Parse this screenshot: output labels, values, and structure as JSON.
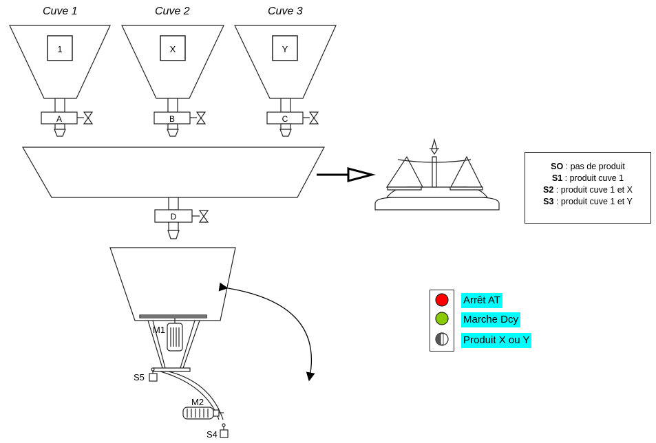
{
  "tanks": [
    {
      "title": "Cuve 1",
      "content": "1",
      "valve": "A"
    },
    {
      "title": "Cuve 2",
      "content": "X",
      "valve": "B"
    },
    {
      "title": "Cuve 3",
      "content": "Y",
      "valve": "C"
    }
  ],
  "mixer_valve": "D",
  "legend": [
    {
      "code": "SO",
      "text": " : pas de produit"
    },
    {
      "code": "S1",
      "text": " : produit cuve 1"
    },
    {
      "code": "S2",
      "text": " : produit cuve 1 et X"
    },
    {
      "code": "S3",
      "text": " : produit cuve 1 et Y"
    }
  ],
  "motors": {
    "m1": "M1",
    "m2": "M2"
  },
  "sensors": {
    "s4": "S4",
    "s5": "S5"
  },
  "panel": {
    "items": [
      {
        "label": "Arrêt AT",
        "color": "#ff0000"
      },
      {
        "label": "Marche Dcy",
        "color": "#88cc00"
      },
      {
        "label": "Produit X ou Y",
        "color": "#555555"
      }
    ]
  }
}
